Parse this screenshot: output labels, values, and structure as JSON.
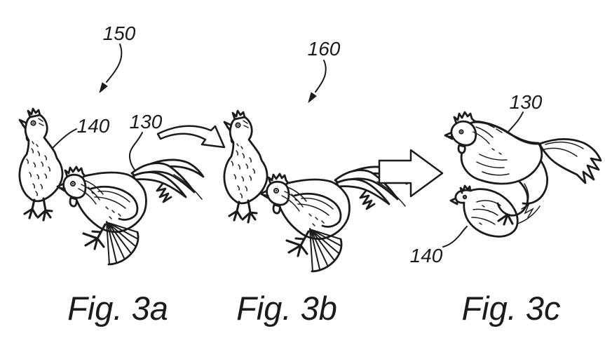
{
  "drawing": {
    "background": "#ffffff",
    "ink": "#1b1b1b",
    "panels": [
      {
        "caption": "Fig. 3a",
        "labels": {
          "scene": "150",
          "hen": "140",
          "rooster": "130"
        }
      },
      {
        "caption": "Fig. 3b",
        "labels": {
          "scene": "160"
        }
      },
      {
        "caption": "Fig. 3c",
        "labels": {
          "rooster": "130",
          "hen": "140"
        }
      }
    ]
  }
}
